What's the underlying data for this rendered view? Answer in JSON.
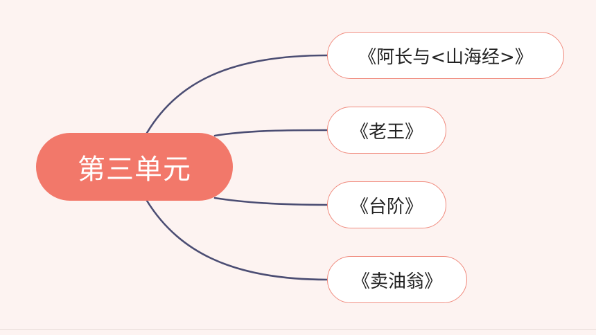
{
  "mindmap": {
    "root": {
      "label": "第三单元"
    },
    "branches": [
      {
        "label": "《阿长与<山海经>》"
      },
      {
        "label": "《老王》"
      },
      {
        "label": "《台阶》"
      },
      {
        "label": "《卖油翁》"
      }
    ]
  },
  "colors": {
    "background": "#fdf3f1",
    "root_fill": "#f2786a",
    "branch_border": "#f08a7d",
    "connector": "#4b4d73"
  }
}
